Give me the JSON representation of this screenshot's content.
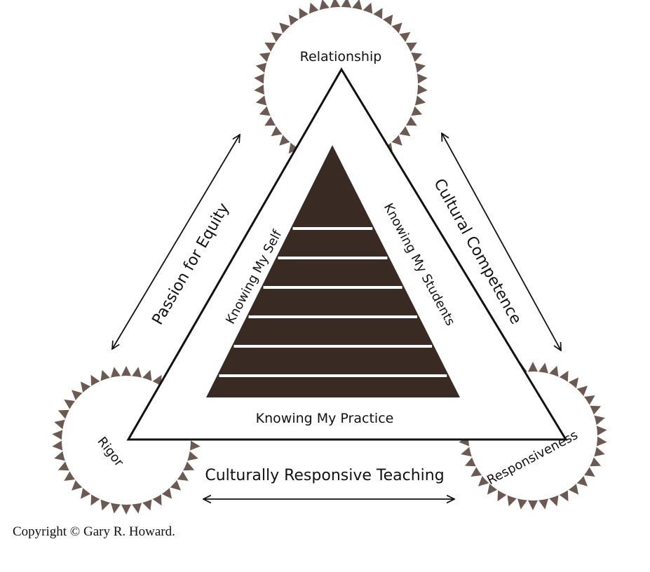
{
  "colors": {
    "background": "#ffffff",
    "ink": "#111111",
    "cog_teeth": "#6b5a51",
    "pyramid_fill": "#3a2a24",
    "pyramid_lines": "#ffffff"
  },
  "nodes": {
    "top": "Relationship",
    "left": "Rigor",
    "right": "Responsiveness"
  },
  "edges": {
    "left": "Passion for Equity",
    "right": "Cultural Competence",
    "bottom": "Culturally Responsive Teaching"
  },
  "inner": {
    "left": "Knowing My Self",
    "right": "Knowing My Students",
    "bottom": "Knowing My Practice"
  },
  "pyramid": {
    "band_count": 6
  },
  "copyright": "Copyright © Gary R. Howard."
}
